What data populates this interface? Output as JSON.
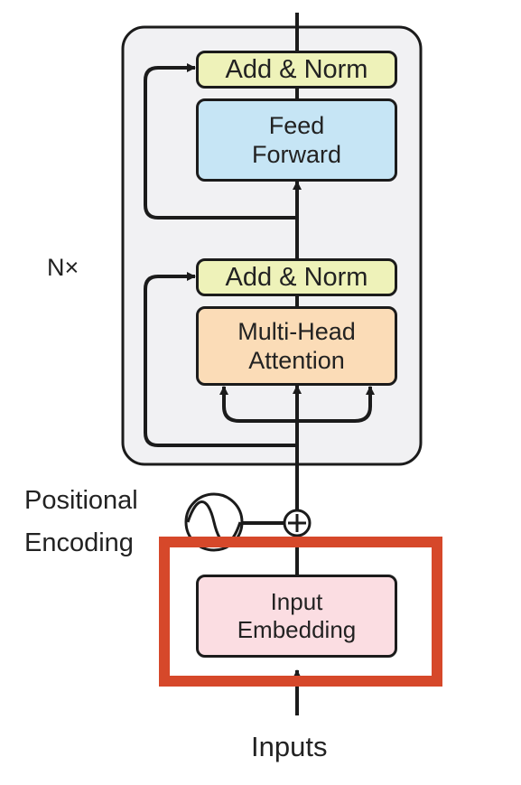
{
  "labels": {
    "nx": "N×",
    "positional_line1": "Positional",
    "positional_line2": "Encoding",
    "inputs": "Inputs"
  },
  "blocks": {
    "add_norm_top": "Add & Norm",
    "feed_forward_line1": "Feed",
    "feed_forward_line2": "Forward",
    "add_norm_bottom": "Add & Norm",
    "mha_line1": "Multi-Head",
    "mha_line2": "Attention",
    "embedding_line1": "Input",
    "embedding_line2": "Embedding"
  },
  "colors": {
    "add_norm": "#eef2b9",
    "feed_forward": "#c6e5f5",
    "multi_head_attention": "#fbdcb7",
    "input_embedding": "#fbdde2",
    "encoder_container": "#f1f1f3",
    "highlight": "#d6482a",
    "stroke": "#1b1b1b"
  },
  "icons": {
    "sum": "circled-plus",
    "positional": "sine-wave-circle"
  }
}
